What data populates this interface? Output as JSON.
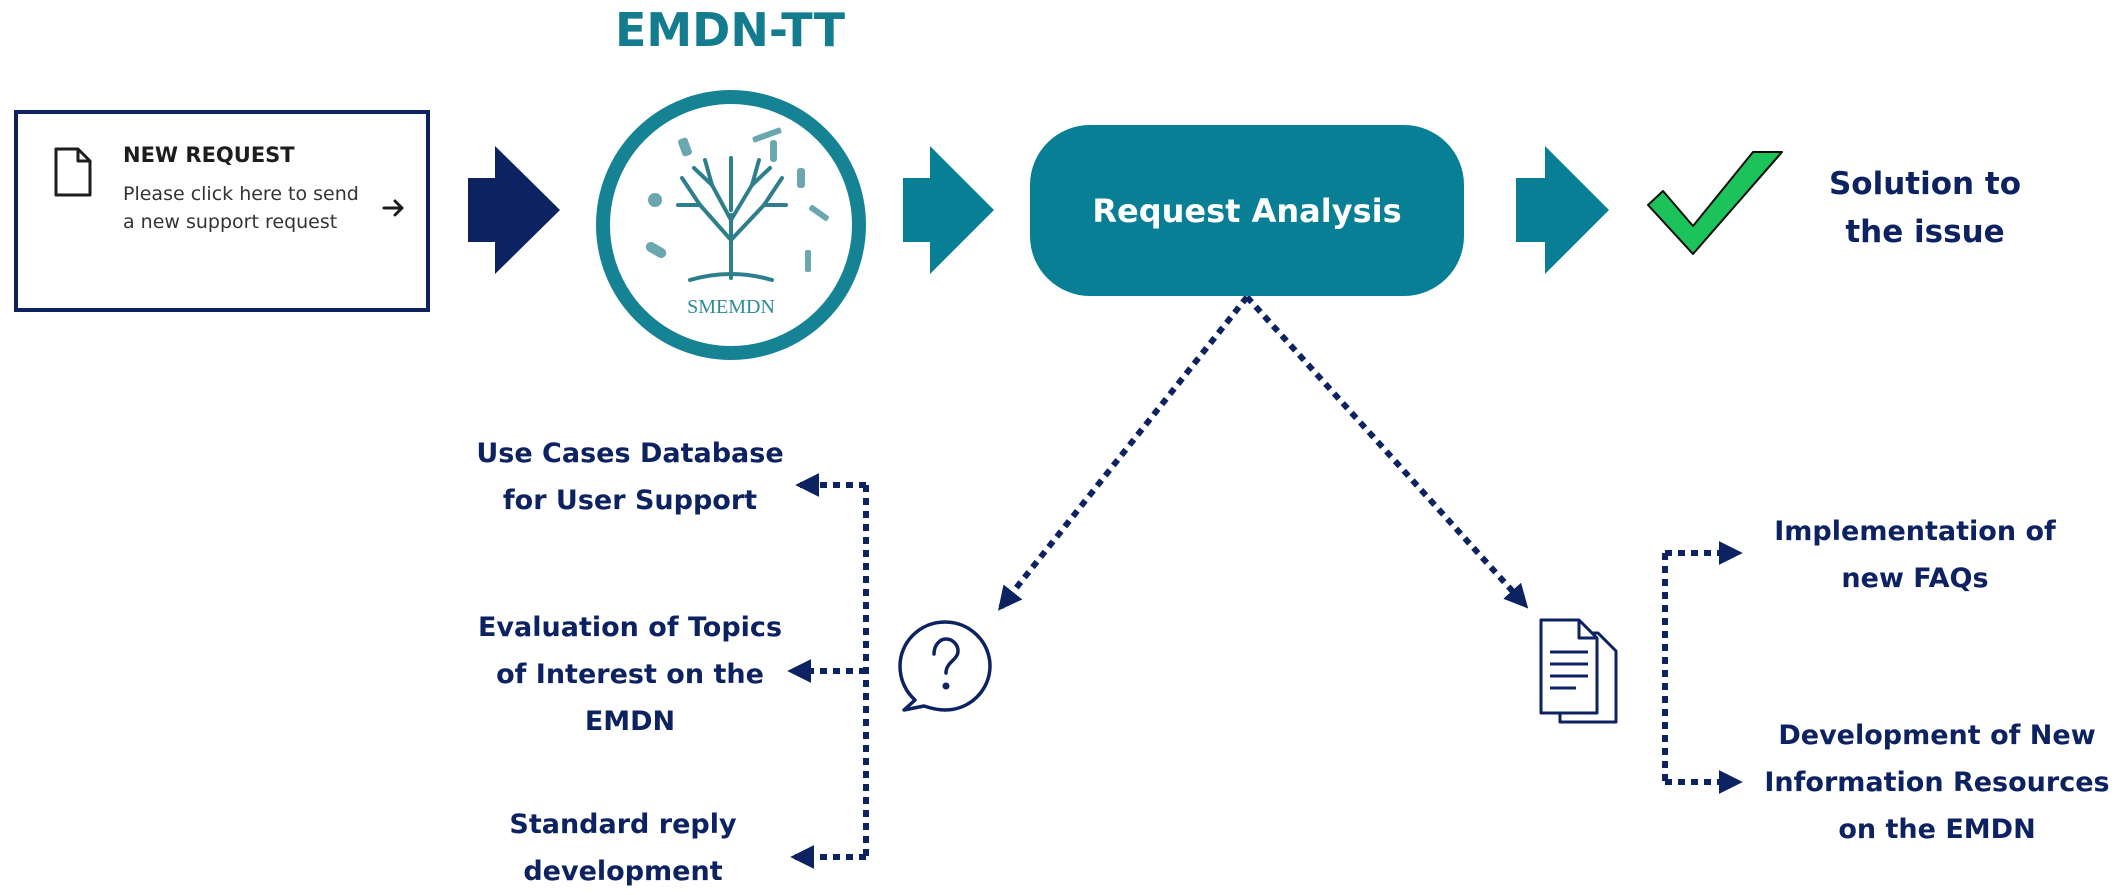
{
  "title": "EMDN-TT",
  "new_request_card": {
    "title": "NEW REQUEST",
    "body": "Please click here to send a new support request",
    "file_icon": "file-icon",
    "arrow_icon": "arrow-right-icon"
  },
  "logo": {
    "text": "SMEMDN",
    "icon": "tree-logo-icon"
  },
  "process_box": {
    "label": "Request Analysis"
  },
  "solution": {
    "line1": "Solution to",
    "line2": "the issue",
    "icon": "checkmark-icon"
  },
  "question_branch": {
    "icon": "question-bubble-icon",
    "items": [
      {
        "line1": "Use Cases Database",
        "line2": "for User Support",
        "line3": ""
      },
      {
        "line1": "Evaluation of Topics",
        "line2": "of Interest on the",
        "line3": "EMDN"
      },
      {
        "line1": "Standard reply",
        "line2": "development",
        "line3": ""
      }
    ]
  },
  "document_branch": {
    "icon": "documents-icon",
    "items": [
      {
        "line1": "Implementation of",
        "line2": "new FAQs",
        "line3": ""
      },
      {
        "line1": "Development of New",
        "line2": "Information Resources",
        "line3": "on the EMDN"
      }
    ]
  },
  "colors": {
    "navy": "#0d2260",
    "teal": "#087f95",
    "title_teal": "#137c8e",
    "check_green": "#1cc25a",
    "white": "#ffffff"
  }
}
